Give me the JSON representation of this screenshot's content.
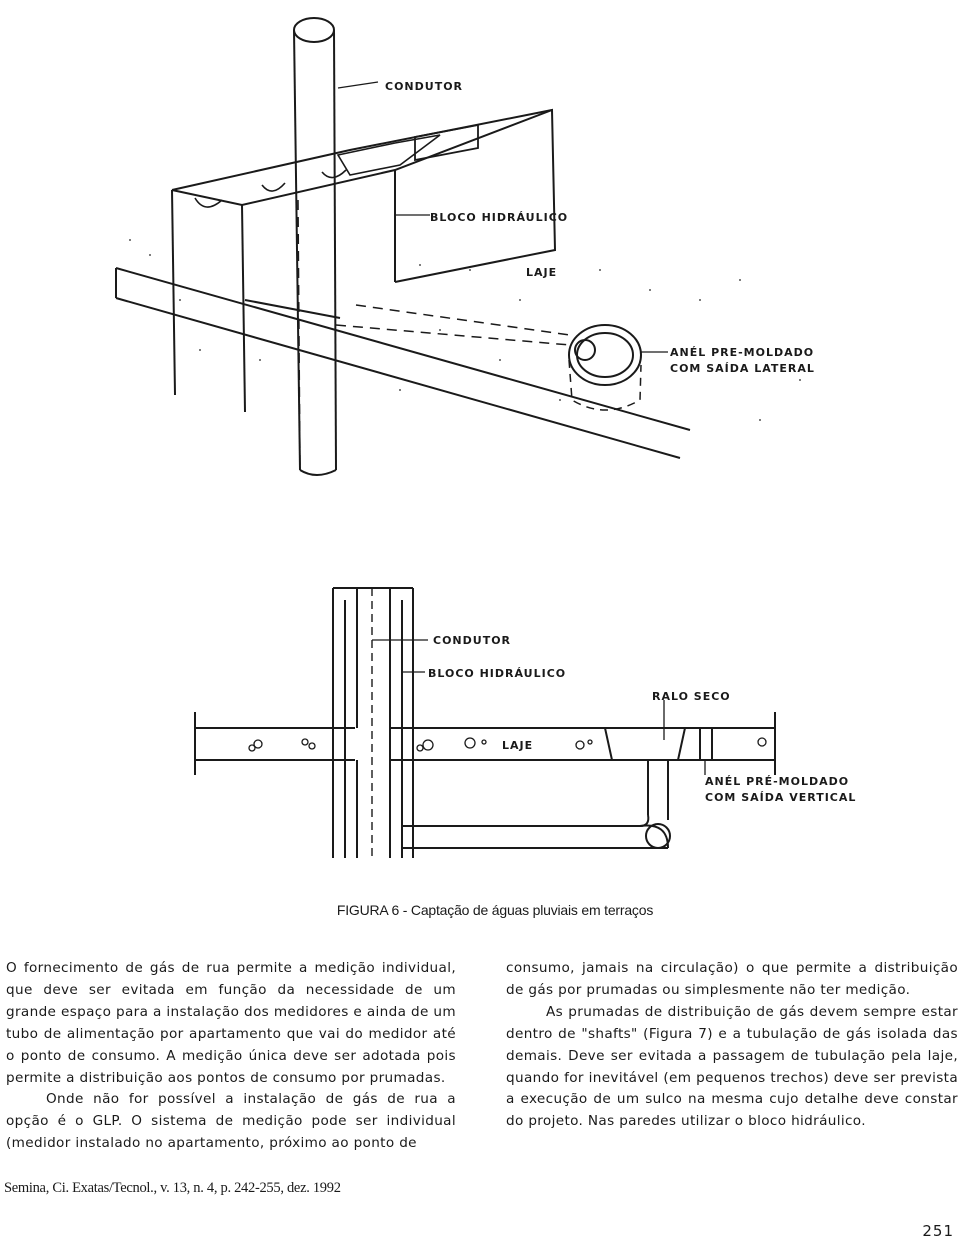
{
  "figure": {
    "top_labels": {
      "condutor": "CONDUTOR",
      "bloco": "BLOCO HIDRÁULICO",
      "laje": "LAJE",
      "anel_1": "ANÉL PRE-MOLDADO",
      "anel_2": "COM SAÍDA LATERAL"
    },
    "bottom_labels": {
      "condutor": "CONDUTOR",
      "bloco": "BLOCO HIDRÁULICO",
      "ralo": "RALO SECO",
      "laje": "LAJE",
      "anel_1": "ANÉL PRÉ-MOLDADO",
      "anel_2": "COM SAÍDA VERTICAL"
    },
    "caption": "FIGURA 6 - Captação de águas pluviais em terraços"
  },
  "body": {
    "left": [
      "O fornecimento de gás de rua permite a medição individual, que deve ser evitada em função da necessidade de um grande espaço para a instalação dos medidores e ainda de um tubo de alimentação por apartamento que vai do medidor até o ponto de consumo. A medição única deve ser adotada pois permite a distribuição aos pontos de consumo por prumadas.",
      "Onde não for possível a instalação de gás de rua a opção é o GLP. O sistema de medição pode ser individual (medidor instalado no apartamento, próximo ao ponto de"
    ],
    "right": [
      "consumo, jamais na circulação) o que permite a distribuição de gás por prumadas ou simplesmente não ter medição.",
      "As prumadas de distribuição de gás devem sempre estar dentro de \"shafts\" (Figura 7) e a tubulação de gás isolada das demais. Deve ser evitada a passagem de tubulação pela laje, quando for inevitável (em pequenos trechos) deve ser prevista a execução de um sulco na mesma cujo detalhe deve constar do projeto. Nas paredes utilizar o bloco hidráulico."
    ]
  },
  "footer": {
    "citation": "Semina, Ci. Exatas/Tecnol., v. 13, n. 4, p. 242-255, dez. 1992",
    "page_number": "251"
  }
}
